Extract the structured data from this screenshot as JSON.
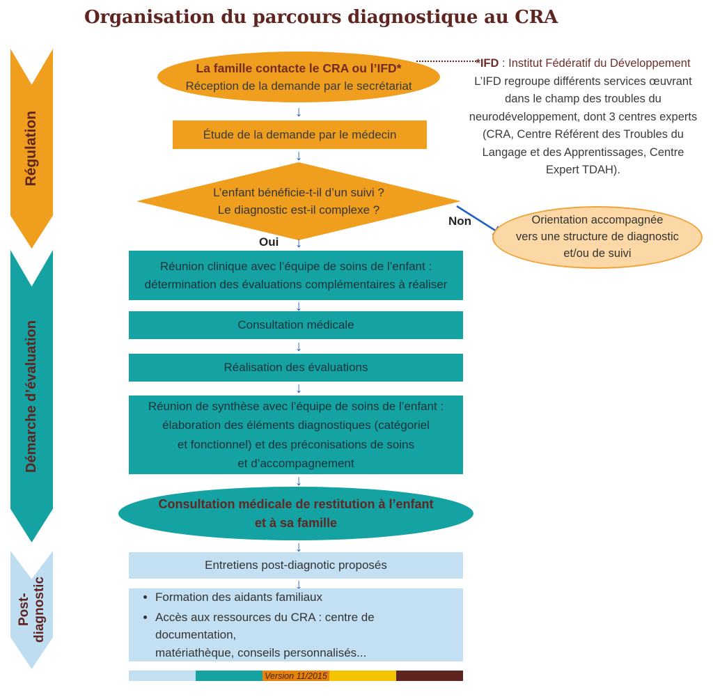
{
  "title": "Organisation du parcours diagnostique au CRA",
  "palette": {
    "orange": "#F09E1E",
    "teal": "#14A2A2",
    "light_blue": "#C2E0F2",
    "peach_fill": "#FBD8A5",
    "peach_border": "#F0A43B",
    "maroon": "#5E2420",
    "arrow_blue": "#2060C5",
    "yellow": "#F2C500"
  },
  "icons": {
    "down_arrow": "↓"
  },
  "side_arrows": [
    {
      "label": "Régulation"
    },
    {
      "label": "Démarche d’évaluation"
    },
    {
      "label": "Post-\ndiagnostic"
    }
  ],
  "flow": {
    "contact": {
      "line1": "La famille contacte le CRA ou l’IFD*",
      "line2": "Réception de la demande par le secrétariat"
    },
    "etude": "Étude de la demande par le médecin",
    "decision": "L’enfant bénéficie-t-il d’un suivi ?\nLe diagnostic est-il complexe ?",
    "oui": "Oui",
    "non": "Non",
    "reunion_clinique": "Réunion clinique avec l’équipe de soins de l’enfant :\ndétermination des évaluations complémentaires à réaliser",
    "consultation_medicale": "Consultation médicale",
    "realisation_evaluations": "Réalisation des évaluations",
    "reunion_synthese": "Réunion de synthèse avec l’équipe de soins de l’enfant :\nélaboration des éléments diagnostiques (catégoriel\net fonctionnel) et des préconisations de soins\net d’accompagnement",
    "restitution": "Consultation médicale de restitution à l’enfant\net à sa famille",
    "entretiens": "Entretiens post-diagnotic proposés",
    "resources": [
      "Formation des aidants familiaux",
      "Accès aux ressources du CRA : centre de documentation,\nmatériathèque, conseils personnalisés..."
    ]
  },
  "ifd_note": {
    "term": "*IFD",
    "term_suffix": " : Institut Fédératif du Développement",
    "body": "L’IFD regroupe différents services œuvrant\ndans le champ des troubles du\nneurodéveloppement, dont 3 centres experts\n(CRA, Centre Référent des Troubles du\nLangage et des Apprentissages, Centre\nExpert TDAH)."
  },
  "orientation": "Orientation accompagnée\nvers une structure de diagnostic\net/ou de suivi",
  "footer": {
    "version": "Version 11/2015"
  }
}
